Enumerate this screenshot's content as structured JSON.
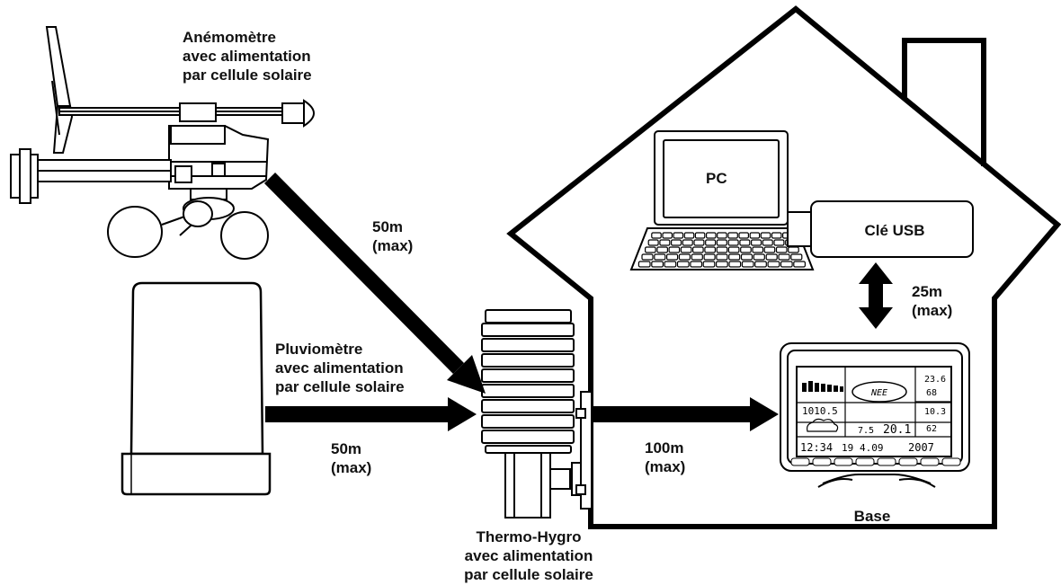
{
  "anemometer": {
    "label_lines": [
      "Anémomètre",
      "avec alimentation",
      "par cellule solaire"
    ]
  },
  "rain_gauge": {
    "label_lines": [
      "Pluviomètre",
      "avec alimentation",
      "par cellule solaire"
    ]
  },
  "thermo_hygro": {
    "label_lines": [
      "Thermo-Hygro",
      "avec alimentation",
      "par cellule solaire"
    ]
  },
  "links": {
    "anemometer_distance": [
      "50m",
      "(max)"
    ],
    "rain_distance": [
      "50m",
      "(max)"
    ],
    "base_distance": [
      "100m",
      "(max)"
    ],
    "usb_distance": [
      "25m",
      "(max)"
    ]
  },
  "pc": {
    "label": "PC"
  },
  "usb": {
    "label": "Clé USB"
  },
  "base": {
    "label": "Base",
    "display": {
      "wind_dir": "NEE",
      "pressure": "1010.5",
      "temp_in": "23.6",
      "hum_in": "68",
      "temp_out": "10.3",
      "hum_out": "62",
      "wind_speed": "7.5",
      "rain": "20.1",
      "time": "12:34",
      "day": "19",
      "month_day": "4.09",
      "year": "2007"
    }
  }
}
